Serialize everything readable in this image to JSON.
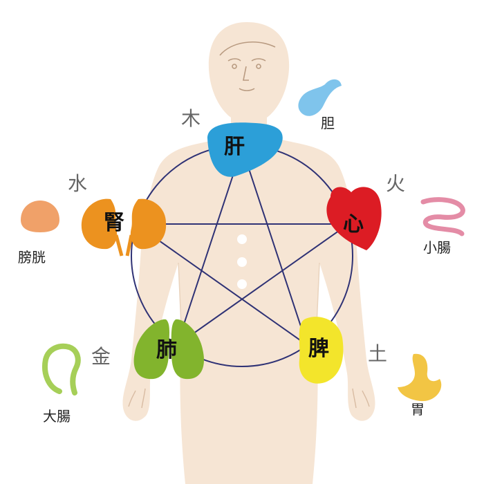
{
  "elements": {
    "wood": "木",
    "fire": "火",
    "earth": "土",
    "metal": "金",
    "water": "水"
  },
  "zang_organs": {
    "liver": "肝",
    "heart": "心",
    "spleen": "脾",
    "lung": "肺",
    "kidney": "腎"
  },
  "fu_organs": {
    "gallbladder": "胆",
    "small_intestine": "小腸",
    "stomach": "胃",
    "large_intestine": "大腸",
    "bladder": "膀胱"
  },
  "colors": {
    "body_skin": "#f6e5d4",
    "skin_line": "#d8bba2",
    "pentagram_line": "#2f3275",
    "wood": "#2c9fd8",
    "fire": "#dc1c24",
    "earth": "#f3e52b",
    "metal": "#82b42d",
    "water": "#ec921f",
    "gallbladder": "#7fc4ec",
    "small_intestine": "#e48ca6",
    "stomach": "#f2c544",
    "large_intestine": "#a6cf58",
    "bladder": "#f0a169"
  }
}
